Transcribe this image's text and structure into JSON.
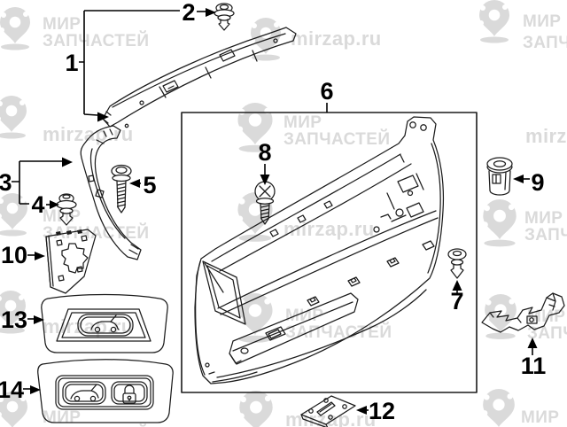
{
  "watermark": {
    "brand_line1": "МИР",
    "brand_line2": "ЗАПЧАСТЕЙ",
    "url": "mirzap.ru",
    "color": "#dadada"
  },
  "colors": {
    "background": "#ffffff",
    "line_art": "#1c1c1c",
    "callout": "#000000"
  },
  "callouts": [
    {
      "number": "1"
    },
    {
      "number": "2"
    },
    {
      "number": "3"
    },
    {
      "number": "4"
    },
    {
      "number": "5"
    },
    {
      "number": "6"
    },
    {
      "number": "7"
    },
    {
      "number": "8"
    },
    {
      "number": "9"
    },
    {
      "number": "10"
    },
    {
      "number": "11"
    },
    {
      "number": "12"
    },
    {
      "number": "13"
    },
    {
      "number": "14"
    }
  ]
}
